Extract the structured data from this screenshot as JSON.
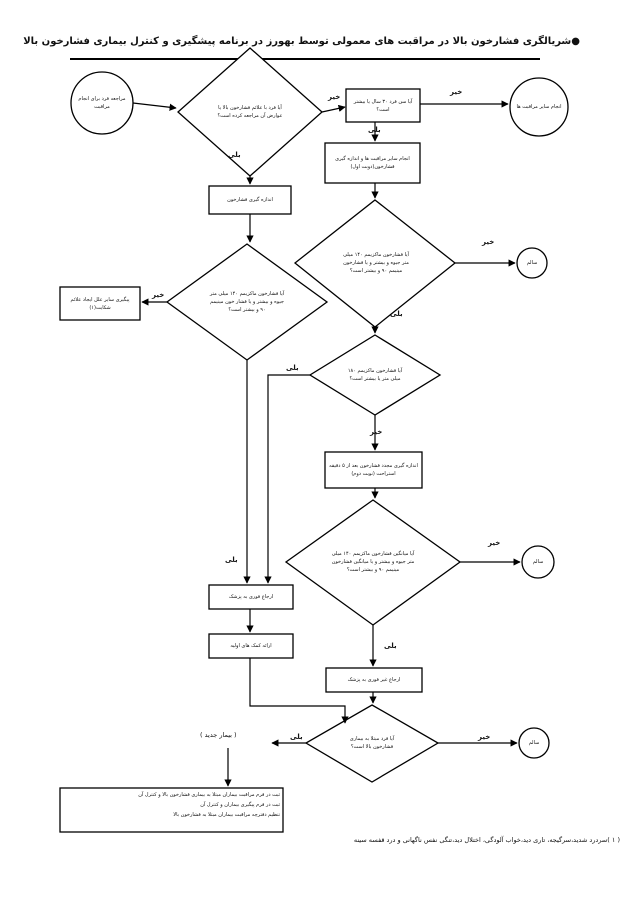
{
  "title": "●شریالگری فشارخون بالا در مراقبت های معمولی توسط بهورز در برنامه پیشگیری و کنترل بیماری فشارخون بالا",
  "nodes": {
    "start": "مراجعه فرد برای انجام مراقبت",
    "d_symptoms": "آیا فرد با علائم فشارخون بالا یا عوارض آن مراجعه کرده است؟",
    "d_age30": "آیا سن فرد ۳۰ سال یا بیشتر است؟",
    "end_other": "انجام سایر مراقبت ها",
    "do_care": "انجام سایر مراقبت ها و اندازه گیری فشارخون(دوبت اول)",
    "measure_bp": "اندازه گیری فشارخون",
    "d_bp140_a": "آیا فشارخون ماکزیمم ۱۴۰ میلی متر جیوه و بیشتر و یا فشارخون مینیمم ۹۰ و بیشتر است؟",
    "end_healthy_1": "سالم",
    "d_bp140_b": "آیا فشارخون ماکزیمم ۱۴۰ میلی متر جیوه و بیشتر و یا فشار خون مینیمم ۹۰ و بیشتر است؟",
    "other_signs": "پیگیری سایر علل ایجاد علائم شکایت(۱)",
    "d_bp180": "آیا فشارخون ماکزیمم ۱۸۰ میلی متر یا بیشتر است؟",
    "re_measure": "اندازه گیری مجدد فشارخون بعد از ۵ دقیقه استراحت (نوبت دوم)",
    "d_avg": "آیا میانگین فشارخون ماکزیمم ۱۴۰ میلی متر جیوه و بیشتر و یا میانگین فشارخون مینیمم ۹۰ و بیشتر است؟",
    "end_healthy_2": "سالم",
    "urgent_refer": "ارجاع فوری به پزشک",
    "first_aid": "ارائه کمک های اولیه",
    "nonurgent_refer": "ارجاع غیر فوری به پزشک",
    "d_known": "آیا فرد مبتلا به بیماری فشارخون بالا است؟",
    "end_healthy_3": "سالم"
  },
  "labels": {
    "yes": "بلی",
    "no": "خیر",
    "new_patient": "( بیمار جدید )"
  },
  "followup_list": [
    "ثبت در فرم مراقبت بیماران مبتلا به بیماری فشارخون بالا و کنترل آن",
    "ثبت در فرم پیگیری بیماران و کنترل آن",
    "تنظیم دفترچه مراقبت بیماران مبتلا به فشارخون بالا"
  ],
  "footnote": "( ۱ )سردرد شدید،سرگیجه، تاری دید،خواب آلودگی، اختلال دید،تنگی نفس ناگهانی و درد قفسه سینه"
}
